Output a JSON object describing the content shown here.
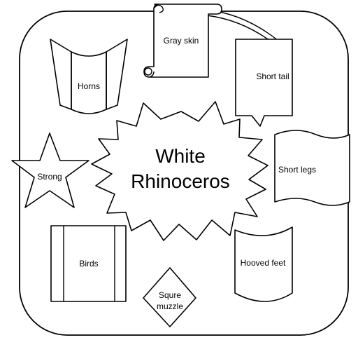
{
  "center": {
    "line1": "White",
    "line2": "Rhinoceros"
  },
  "nodes": {
    "gray_skin": "Gray skin",
    "horns": "Horns",
    "short_tail": "Short tail",
    "strong": "Strong",
    "short_legs": "Short legs",
    "birds": "Birds",
    "hooved_feet": "Hooved feet",
    "squre_muzzle_line1": "Squre",
    "squre_muzzle_line2": "muzzle"
  },
  "colors": {
    "stroke": "#000000",
    "fill": "#ffffff"
  }
}
